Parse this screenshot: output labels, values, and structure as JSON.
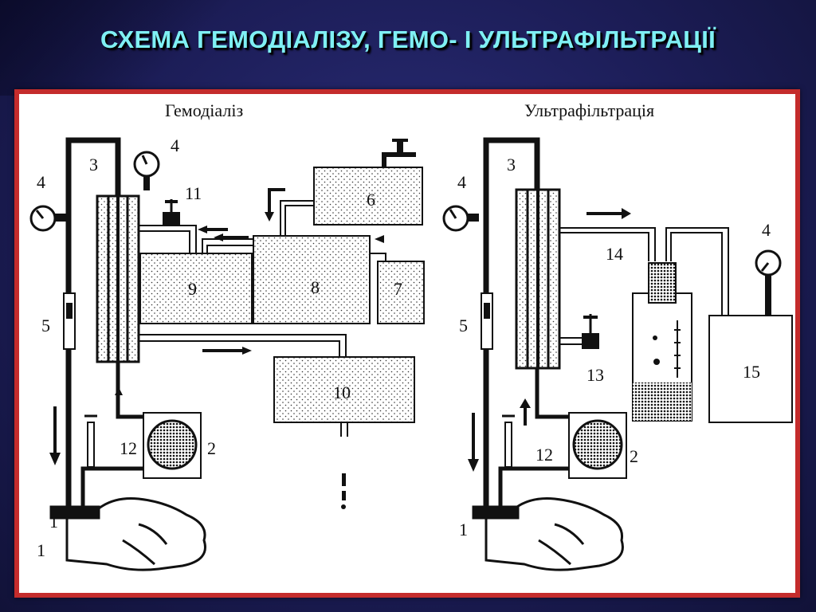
{
  "slide": {
    "title": "СХЕМА ГЕМОДІАЛІЗУ, ГЕМО- І УЛЬТРАФІЛЬТРАЦІЇ"
  },
  "colors": {
    "title_text": "#7ff0f4",
    "frame_border": "#c42c2c",
    "background": "#1c1d57"
  },
  "diagram": {
    "left_heading": "Гемодіаліз",
    "right_heading": "Ультрафільтрація",
    "left_labels": {
      "n1": "1",
      "n2": "2",
      "n3": "3",
      "n4a": "4",
      "n4b": "4",
      "n5": "5",
      "n6": "6",
      "n7": "7",
      "n8": "8",
      "n9": "9",
      "n10": "10",
      "n11": "11",
      "n12": "12"
    },
    "right_labels": {
      "n1": "1",
      "n2": "2",
      "n3": "3",
      "n4a": "4",
      "n4b": "4",
      "n5": "5",
      "n12": "12",
      "n13": "13",
      "n14": "14",
      "n15": "15"
    }
  }
}
